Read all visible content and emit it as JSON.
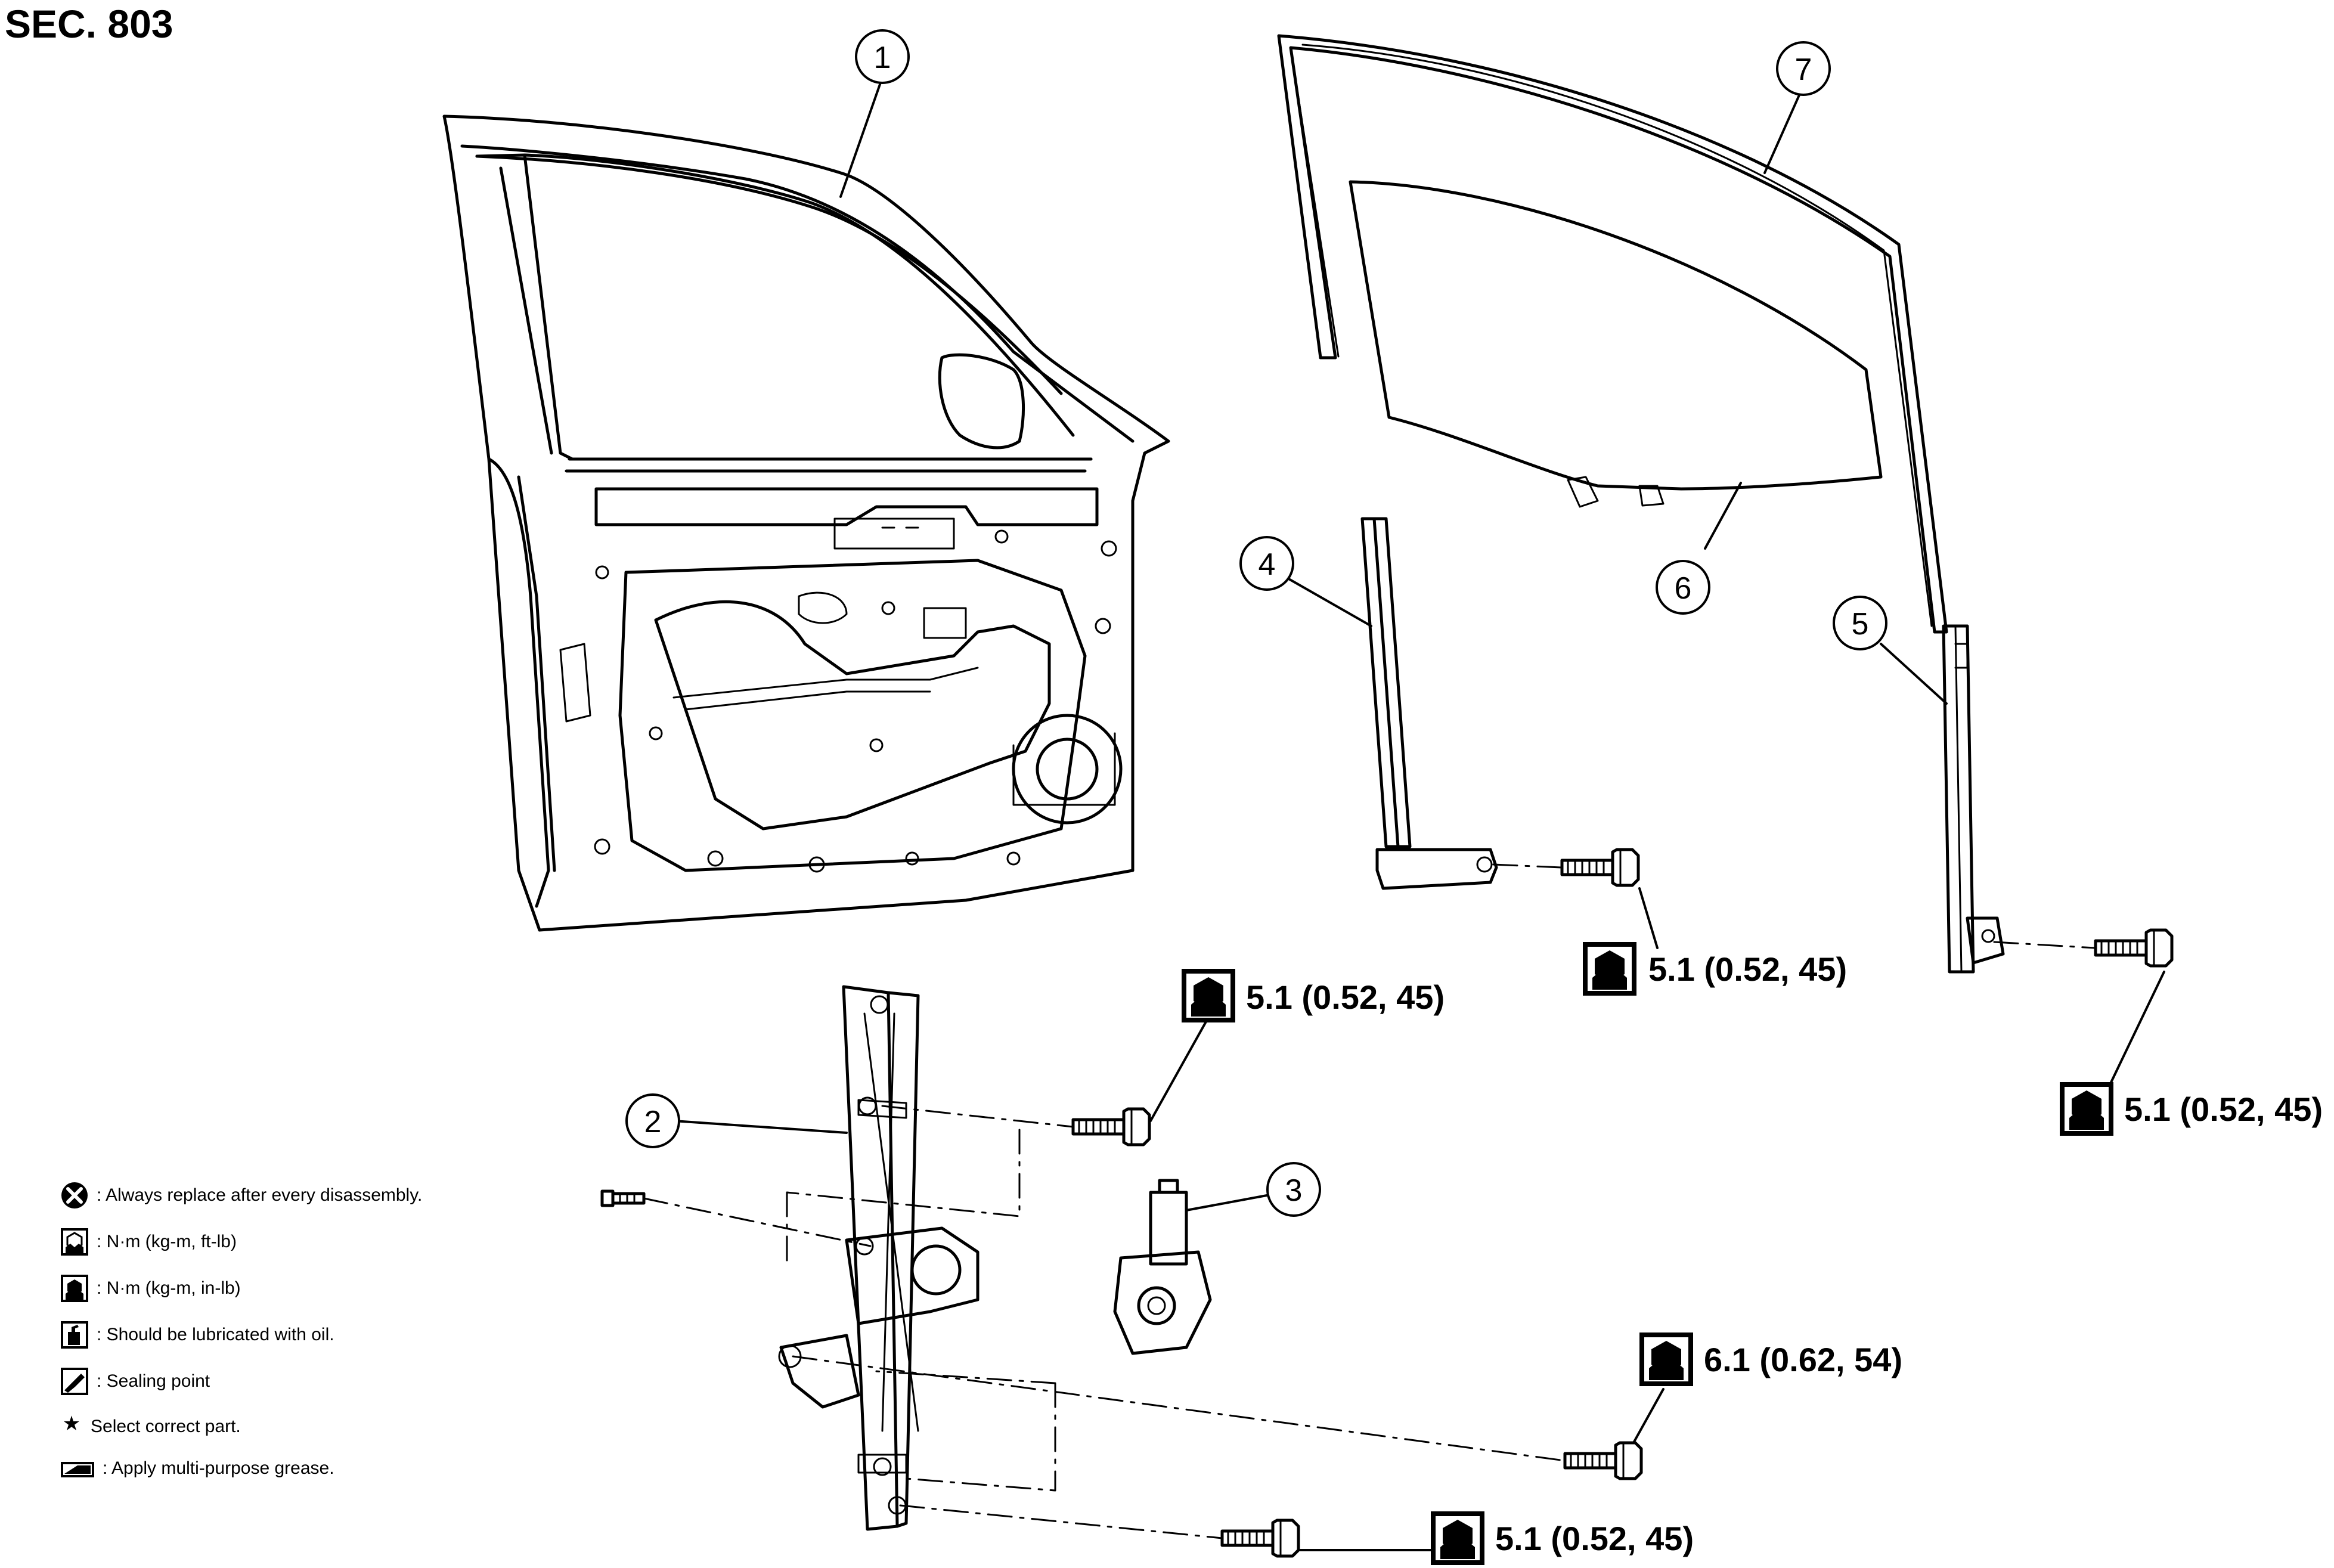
{
  "section_title": "SEC. 803",
  "callouts": [
    {
      "id": "callout-1",
      "label": "1"
    },
    {
      "id": "callout-2",
      "label": "2"
    },
    {
      "id": "callout-3",
      "label": "3"
    },
    {
      "id": "callout-4",
      "label": "4"
    },
    {
      "id": "callout-5",
      "label": "5"
    },
    {
      "id": "callout-6",
      "label": "6"
    },
    {
      "id": "callout-7",
      "label": "7"
    }
  ],
  "torque_specs": [
    {
      "id": "torque-regulator-upper",
      "value": "5.1 (0.52, 45)"
    },
    {
      "id": "torque-front-sash",
      "value": "5.1 (0.52, 45)"
    },
    {
      "id": "torque-rear-sash",
      "value": "5.1 (0.52, 45)"
    },
    {
      "id": "torque-regulator-middle",
      "value": "6.1 (0.62, 54)"
    },
    {
      "id": "torque-regulator-lower",
      "value": "5.1 (0.52, 45)"
    }
  ],
  "legend": [
    {
      "icon": "replace-icon",
      "text": ": Always replace after every disassembly."
    },
    {
      "icon": "torque-ftlb-icon",
      "text": ": N·m (kg-m, ft-lb)"
    },
    {
      "icon": "torque-inlb-icon",
      "text": ": N·m (kg-m, in-lb)"
    },
    {
      "icon": "oil-icon",
      "text": ": Should be lubricated with oil."
    },
    {
      "icon": "sealing-icon",
      "text": ": Sealing point"
    },
    {
      "icon": "star-icon",
      "text": "Select correct part."
    },
    {
      "icon": "grease-icon",
      "text": ": Apply multi-purpose grease."
    }
  ],
  "star_glyph": "★"
}
